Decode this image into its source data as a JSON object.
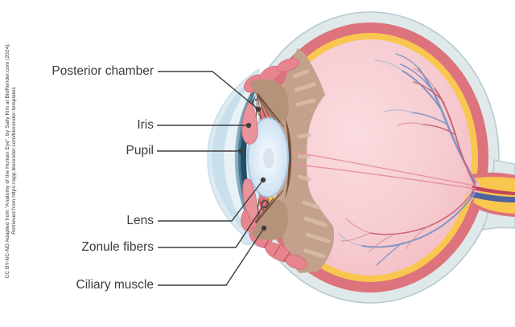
{
  "figure_type": "anatomy-diagram",
  "annotations": [
    {
      "label": "Posterior chamber"
    },
    {
      "label": "Iris"
    },
    {
      "label": "Pupil"
    },
    {
      "label": "Lens"
    },
    {
      "label": "Zonule fibers"
    },
    {
      "label": "Ciliary muscle"
    }
  ],
  "attribution": {
    "line1": "CC BY-NC-ND Adapted from \"Anatomy of the Human Eye\", by Sally Kim at BioRender.com (2024).",
    "line2": "Retrieved from https://app.biorender.com/biorender-templates"
  },
  "colors": {
    "sclera": "#dfe9ea",
    "sclera_line": "#b5cad0",
    "choroid": "#dd737c",
    "retina": "#f9c64f",
    "vit_center": "#fadce0",
    "vit_edge": "#f2bcc3",
    "tan": "#c3a18c",
    "tan_streak": "#d9bda9",
    "hyaloid": "#e9949f",
    "vein": "#8296c4",
    "vein_thin": "#aab7d8",
    "artery": "#ca6577",
    "artery_thin": "#da93a0",
    "nerve_blue": "#4f63a0",
    "nerve_red": "#c0475a",
    "halo": "#dcebf3",
    "halo_line": "#b9d3e0",
    "cornea": "#c9dfeb",
    "cornea_pale": "#e9f1f7",
    "cham1": "#8fb5c7",
    "cham2": "#47798f",
    "cham3": "#1f4f67",
    "teardrop": "#d3e6f0",
    "fanbg": "#b5937b",
    "brown": "#6f4e3a",
    "ciliary": "#e8848e",
    "ciliary_line": "#cf6b77",
    "ciliary_dark": "#a04052",
    "iris": "#e9929c",
    "iris_line": "#d4727e",
    "lens0": "#d3e3f2",
    "lens_rim": "#a6c6e1",
    "lens1": "#d9e8f5",
    "lens2": "#dfedf8",
    "lens3": "#e5f0fa",
    "lens4": "#ebf4fb",
    "lens5": "#dbe4ec",
    "leader": "#3e3e3e",
    "label": "#3b3b3b"
  }
}
